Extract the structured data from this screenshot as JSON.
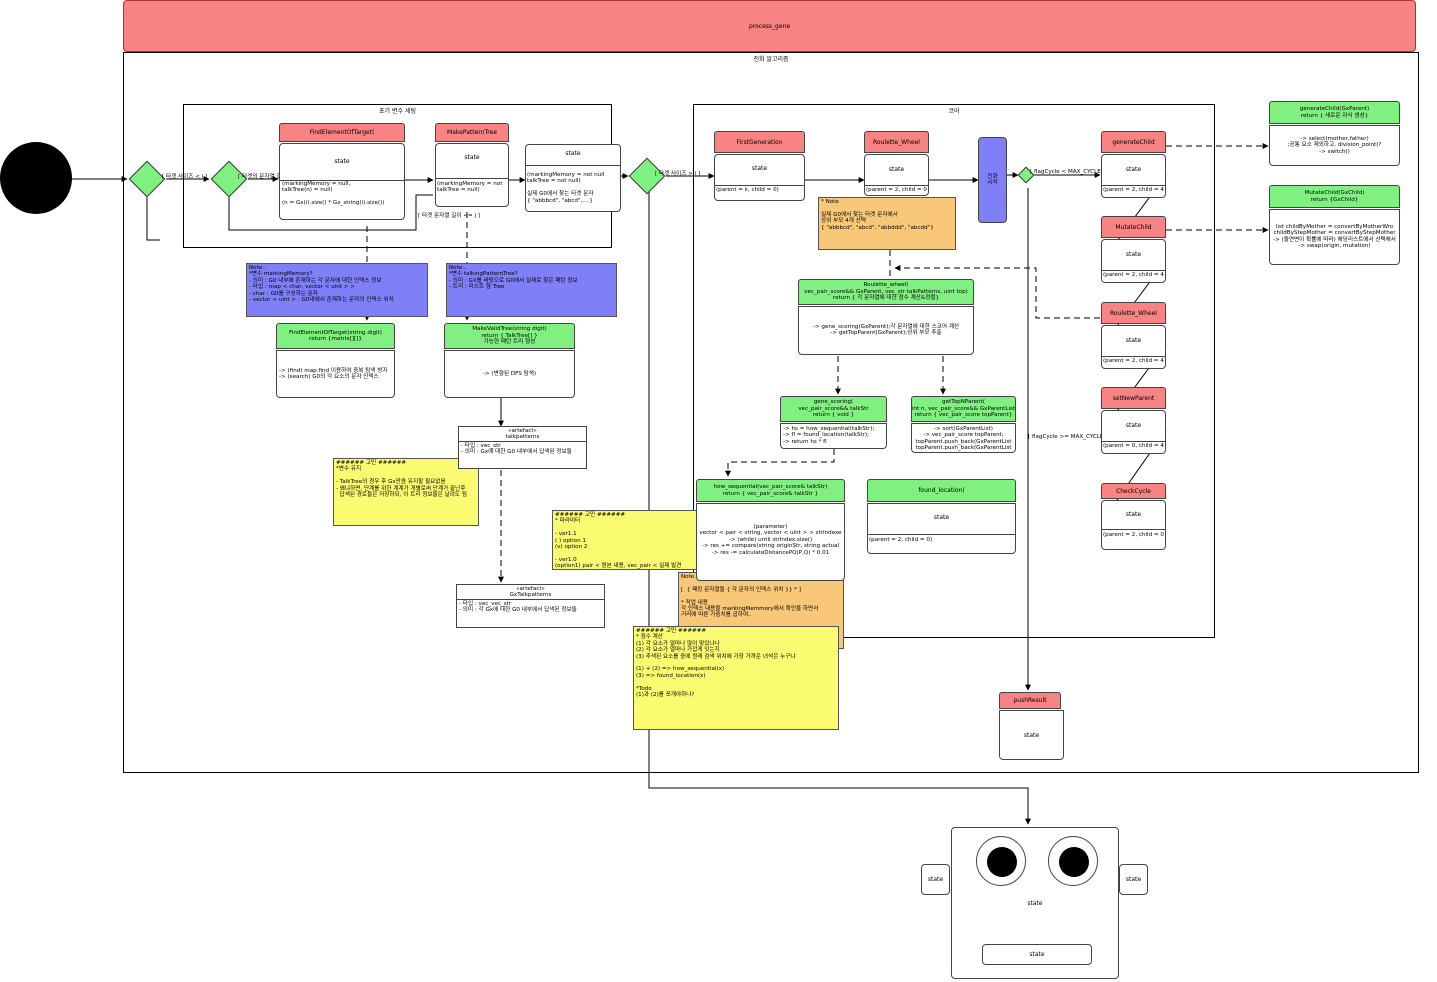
{
  "banner": {
    "title": "process_gene"
  },
  "frames": {
    "main": "진화 알고리즘",
    "init": "초기 변수 세팅",
    "core": "코어"
  },
  "guards": {
    "g1": "[ 타겟 사이즈 < i ]",
    "g2": "[ 타겟의 문자열 길이 < j ]",
    "g3": "[ 타겟 문자열 길이 <= j ]",
    "g4": "[ 타겟 사이즈 > i ]",
    "g5": "[ flagCycle < MAX_CYCLE ]",
    "g6": "[ flagCycle >= MAX_CYCLE ]"
  },
  "init": {
    "find": {
      "title": "FindElementOfTarget(",
      "state": "state",
      "body": "(markingMemory = null,\ntalkTree(n) = null)\n\n(n = Gx(i).size() * Gx_string(i).size())"
    },
    "make": {
      "title": "MakePatternTree",
      "state": "state",
      "body": "(markingMemory = not\ntalkTree = null)"
    },
    "st3": {
      "state": "state",
      "body": "(markingMemory = not null\ntalkTree = not null)\n\n실제 G0에서 찾는 타겟 문자\n{ \"abbbcd\", \"abcd\",....}"
    }
  },
  "notes": {
    "n1": "Note..\n*변수 markingMemory?\n- 의미 : G0 내부에 존재하는 각 문자에 대한 인덱스 정보\n- 타입 : map < char, vector < uint > >\n- char : G0를 구성하는 문자\n- vector < uint > : G0내에서 존재하는 문자의 인덱스 위치",
    "n2": "Note..\n*변수 talkingPatternTree?\n- 의미 : GX를 바탕으로 G0에서 실제로 찾은 패턴 정보\n- 트리 : 리스트 형 Tree",
    "n3": "###### 고민 ######\n*변수 유지\n\n- TalkTree의 경우 후 Gx만큼 유지할 필요없음\n- 왜냐하면, 단계를 위한 계계가 개별로써 단계가 끝난후\n  답색된 경로들은 저장하되, 이 트리 정보들은 날려도 됨",
    "n4": "###### 고민 ######\n* 파라미터\n\n- ver1.1\n( ) option 1\n(v) option 2\n\n- ver1.0\n(option1) pair < 원본 내용, vec_pair < 실제 발견",
    "n5": "* Note\n\n실제 G0에서 찾는 타겟 문자에서\n상위 부모 4개 선택\n{ \"abbbcd\", \"abcd\", \"abbddd\", \"abcdd\"}",
    "n6": "Note..\n\n[  { 패킹 문자열들 { 각 문자의 인덱스 위치 }} * ]\n\n* 작업 내용\n각 인덱스 내용을 markingMemmory에서 확인을 하면서\n거리에 따른 가중치를 곱하여..",
    "n7": "###### 고민 ######\n* 점수 계산\n(1) 각 요소가 얼마나 많이 맞았냐나\n(2) 각 요소가 얼마나 가깝게 잇는지\n(3) 추색된 요소를 중에 원래 검색 위치에 가장 가까운 녀석은 누구냐\n\n(1) + (2) => how_sequential(x)\n(3) => found_location(x)\n\n*Todo\n(1)과 (2)를 쪼개야하나?"
  },
  "funcs": {
    "findDigit": {
      "title": "FindElementOfTarget(string digit)\nreturn {matrix[][]}",
      "body": "-> (find) map.find 이용하여 중복 탐색 방지\n-> (search) G0의 각 요소의 문자 인덱스"
    },
    "makeValid": {
      "title": "MakeValidTree(string digit)\nreturn { TalkTree[] }\n가능한 패턴 트리 형성",
      "body": "-> (변형된 DFS 탐색)"
    },
    "roulette": {
      "title": "Roulette_wheel(\nvec_pair_score&& GxParent, vec_str talkPatterns, uint top)\nreturn { 각 문자열에 대한 점수 계산&정렬}",
      "body": "-> gene_scoring(GxParent);각 문자열에 대한 스코어 계산\n-> getTopParent(GxParent);상위 부모 추출"
    },
    "geneScoring": {
      "title": "gene_scoring(\nvec_pair_score&& talkStr\nreturn { void }",
      "body": "-> hs = how_sequential(talkStr);\n-> fl = found_location(talkStr);\n-> return hs * fl"
    },
    "getTop": {
      "title": "getTopNParent(\nint n, vec_pair_score&& GxParentList\nreturn { vec_pair_score topParent}",
      "body": "-> sort(GxParentList)\n-> vec_pair_score topParent;\ntopParent.push_back(GxParentList\ntopParent.push_back(GxParentList"
    },
    "howSeq": {
      "title": "how_sequential(vec_pair_score& talkStr)\nreturn { vec_pair_score& talkStr }",
      "body": "(parameter)\nvector < pair < string, vector < uint > > strIndexe\n-> (while) until strIndex.size()\n-> res += compare(string originStr, string actual\n-> res -= calculateDistancePQ(P,Q) * 0.01"
    },
    "foundLoc": {
      "title": "found_location(",
      "state": "state",
      "body": "(parent = 2, child = 0)"
    },
    "genChildFn": {
      "title": "generateChild(GxParent)\nreturn { 새로운 자식 생성}",
      "body": "-> select(mother,father)\n;공통 요소 제외하고, division_point(?\n-> switch()"
    },
    "mutateFn": {
      "title": "MutateChild(GxChild)\nreturn {GxChild}",
      "body": "list childByMother = convertByMotherWro\nchildByStepMother = convertByStepMother\n-> (돌연변이 확률에 따라) 해당리스트에서 선택해서\n-> swap(origin, mutation)"
    }
  },
  "artifacts": {
    "a1": {
      "head": "«artefact»\ntalkpatterns",
      "body": "- 타입 : vec_str\n- 의미 : Gx에 대한 G0 내부에서 답색된 정보들"
    },
    "a2": {
      "head": "«artefact»\nGxTalkpatterns",
      "body": "- 타입 : vec_vec_str\n- 의미 : 각 Gx에 대한 G0 내부에서 답색된 정보들"
    }
  },
  "core": {
    "first": {
      "title": "FirstGeneration",
      "state": "state",
      "body": "(parent = k, child = 0)"
    },
    "rw": {
      "title": "Roulette_Wheel",
      "state": "state",
      "body": "(parent = 2, child = 0"
    },
    "evo": "진화\n시작",
    "genChild": {
      "title": "generateChild",
      "state": "state",
      "body": "(parent = 2, child = 4"
    },
    "mutate": {
      "title": "MutateChild",
      "state": "state",
      "body": "(parent = 2, child = 4"
    },
    "rw2": {
      "title": "Roulette_Wheel",
      "state": "state",
      "body": "(parent = 2, child = 4"
    },
    "setNew": {
      "title": "setNewParent",
      "state": "state",
      "body": "(parent = 0, child = 4"
    },
    "check": {
      "title": "CheckCycle",
      "state": "state",
      "body": "(parent = 2, child = 0"
    },
    "push": {
      "title": "pushResult",
      "state": "state"
    }
  },
  "robot": {
    "head": "state",
    "left": "state",
    "right": "state",
    "mouth": "state"
  }
}
